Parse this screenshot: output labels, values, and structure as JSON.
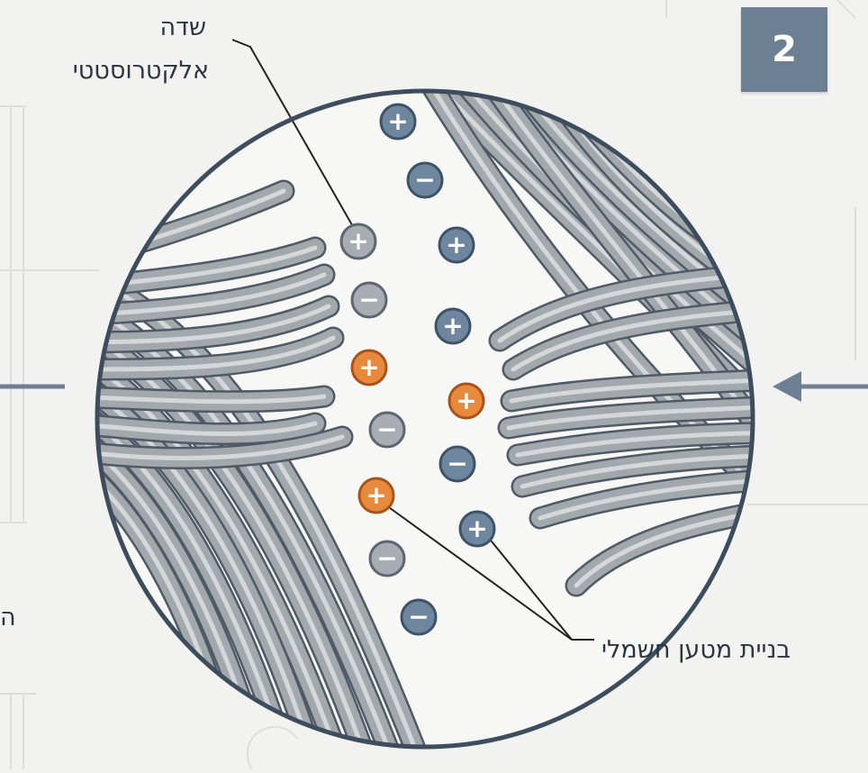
{
  "step_number": "2",
  "labels": {
    "field_line1": "שדה",
    "field_line2": "אלקטרוסטטי",
    "charge_buildup": "בניית מטען חשמלי",
    "left_partial": "ה"
  },
  "charges": [
    {
      "sign": "+",
      "color": "blue"
    },
    {
      "sign": "−",
      "color": "blue"
    },
    {
      "sign": "+",
      "color": "gray"
    },
    {
      "sign": "+",
      "color": "blue"
    },
    {
      "sign": "−",
      "color": "gray"
    },
    {
      "sign": "+",
      "color": "blue"
    },
    {
      "sign": "+",
      "color": "orange"
    },
    {
      "sign": "+",
      "color": "orange"
    },
    {
      "sign": "−",
      "color": "gray"
    },
    {
      "sign": "−",
      "color": "blue"
    },
    {
      "sign": "+",
      "color": "orange"
    },
    {
      "sign": "+",
      "color": "blue"
    },
    {
      "sign": "−",
      "color": "gray"
    },
    {
      "sign": "−",
      "color": "blue"
    }
  ],
  "colors": {
    "blue": "#6f879e",
    "gray": "#a7adb3",
    "orange": "#e88a3e",
    "fiber": "#a3a8ad",
    "circle_outline": "#3d4d5d",
    "arrow": "#6d8093",
    "badge": "#6d8093"
  }
}
